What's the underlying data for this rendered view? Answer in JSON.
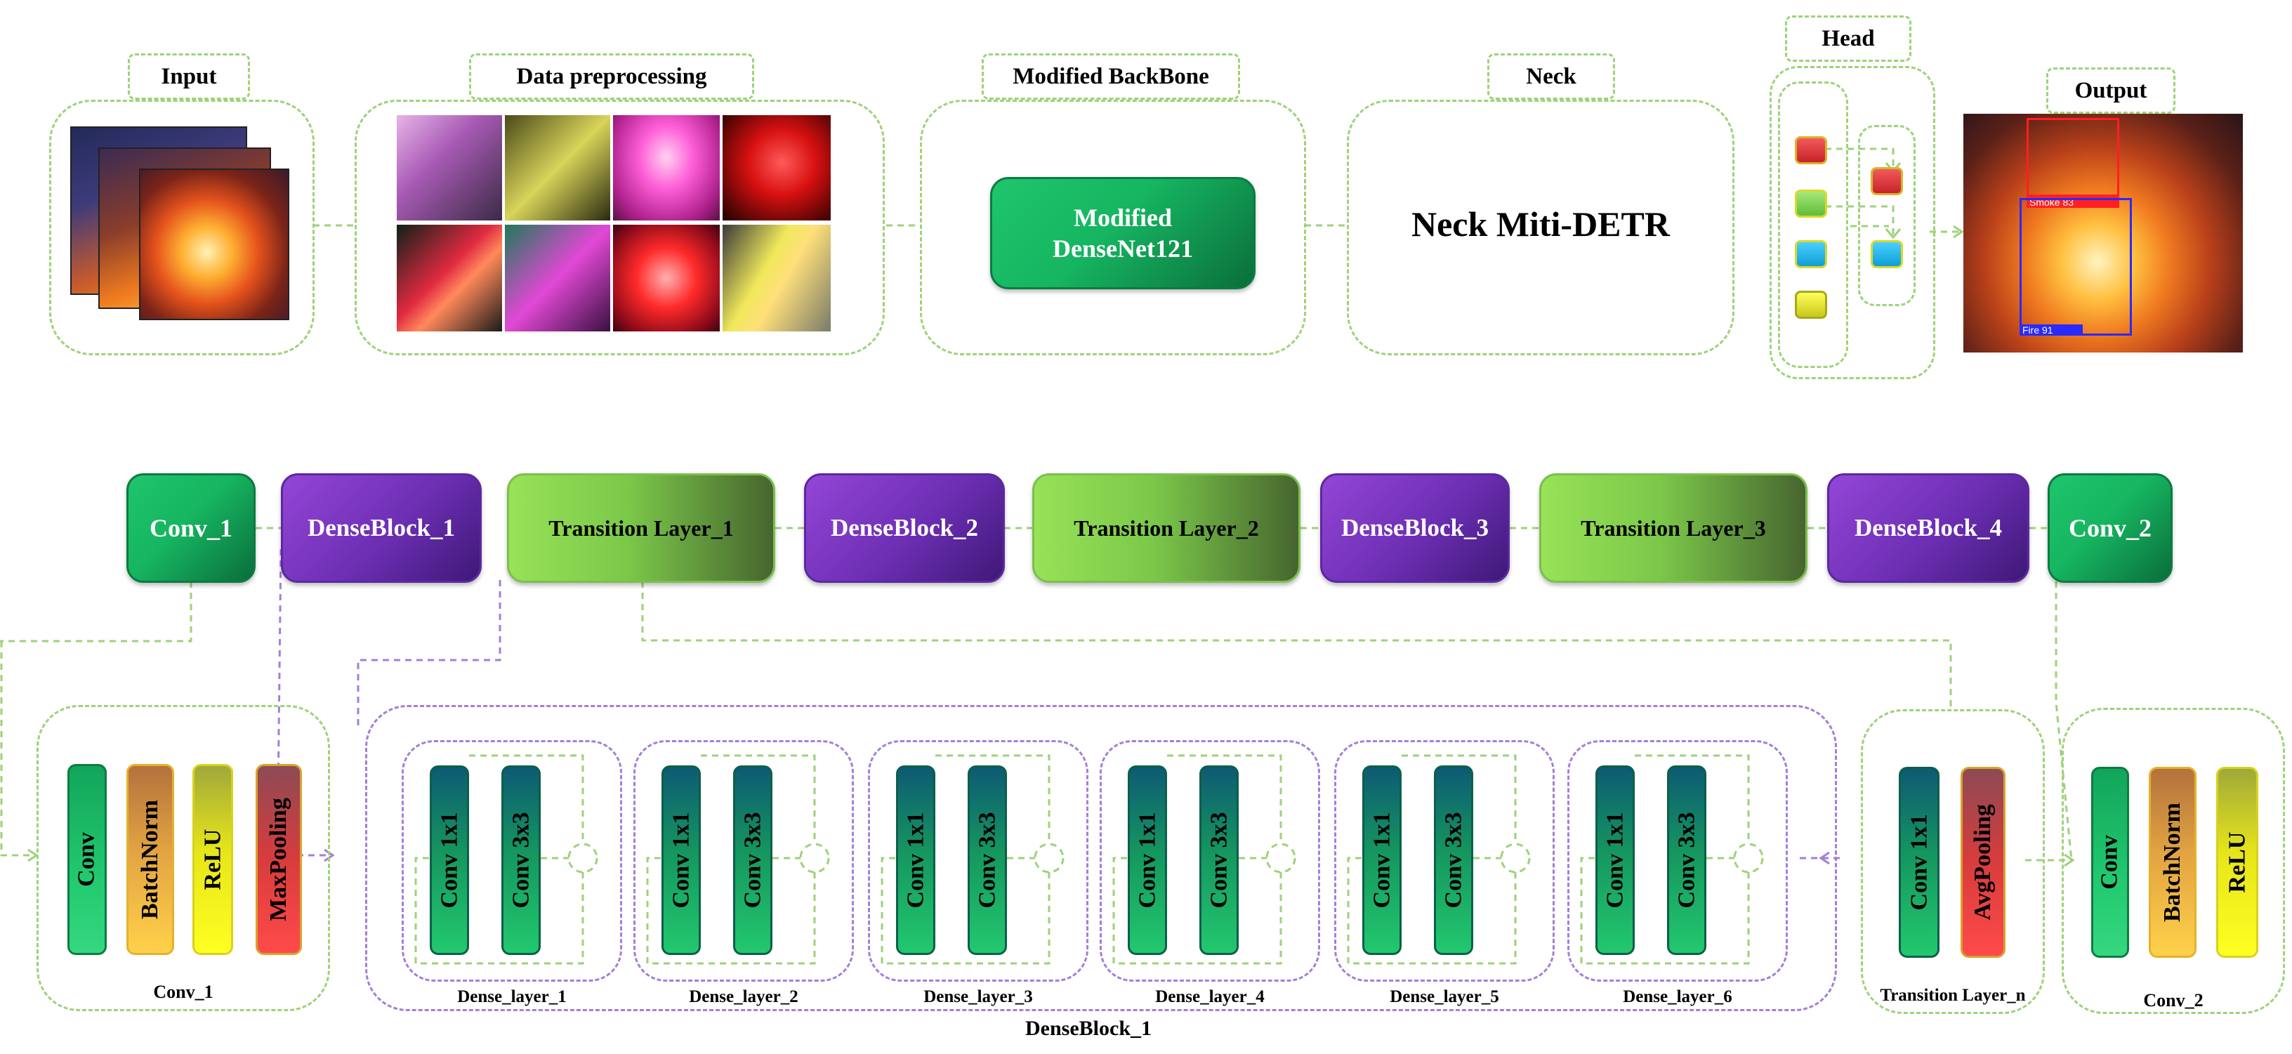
{
  "stages": {
    "input": "Input",
    "preprocessing": "Data preprocessing",
    "backbone": "Modified BackBone",
    "neck": "Neck",
    "head": "Head",
    "output": "Output"
  },
  "backbone_box": {
    "line1": "Modified",
    "line2": "DenseNet121"
  },
  "neck_box": "Neck Miti-DETR",
  "detections": {
    "smoke": "Smoke 83",
    "fire": "Fire 91"
  },
  "pipeline": [
    "Conv_1",
    "DenseBlock_1",
    "Transition Layer_1",
    "DenseBlock_2",
    "Transition Layer_2",
    "DenseBlock_3",
    "Transition Layer_3",
    "DenseBlock_4",
    "Conv_2"
  ],
  "conv1_detail": {
    "caption": "Conv_1",
    "layers": [
      "Conv",
      "BatchNorm",
      "ReLU",
      "MaxPooling"
    ]
  },
  "dense_layer": {
    "ops": [
      "Conv 1x1",
      "Conv 3x3"
    ]
  },
  "dense_layers": [
    "Dense_layer_1",
    "Dense_layer_2",
    "Dense_layer_3",
    "Dense_layer_4",
    "Dense_layer_5",
    "Dense_layer_6"
  ],
  "denseblock_caption": "DenseBlock_1",
  "transition_detail": {
    "caption": "Transition Layer_n",
    "layers": [
      "Conv 1x1",
      "AvgPooling"
    ]
  },
  "conv2_detail": {
    "caption": "Conv_2",
    "layers": [
      "Conv",
      "BatchNorm",
      "ReLU"
    ]
  },
  "colors": {
    "green_dark": "#16b561",
    "purple": "#6c2eb3",
    "green_light": "#7bc84a",
    "dash_green": "#9ed27a",
    "dash_purple": "#a47fd6",
    "head_red": "#d8333b",
    "head_green": "#7cd04a",
    "head_blue": "#1cb6e8",
    "head_yellow": "#e2e21a"
  }
}
